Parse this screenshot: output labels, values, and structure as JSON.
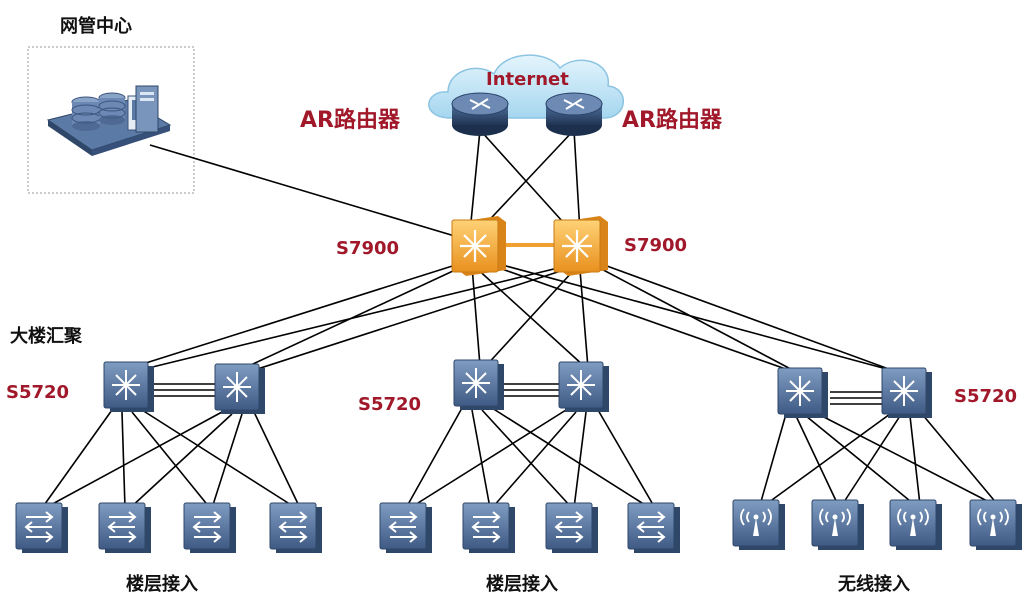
{
  "labels": {
    "nms_center": "网管中心",
    "internet": "Internet",
    "ar_left": "AR路由器",
    "ar_right": "AR路由器",
    "core_left": "S7900",
    "core_right": "S7900",
    "agg_title": "大楼汇聚",
    "agg_left": "S5720",
    "agg_mid": "S5720",
    "agg_right": "S5720",
    "access_left": "楼层接入",
    "access_mid": "楼层接入",
    "access_right": "无线接入"
  },
  "colors": {
    "label_red": "#a0182a",
    "core_orange": "#f4a93a",
    "device_blue": "#4a6690",
    "cloud_blue": "#bfe4f6",
    "router_dark": "#2f4a72"
  },
  "icons": {
    "nms": "server-workstation-icon",
    "cloud": "internet-cloud-icon",
    "router": "router-icon",
    "core_switch": "core-switch-icon",
    "agg_switch": "aggregation-switch-icon",
    "access_switch": "access-switch-icon",
    "ap": "wireless-ap-icon"
  }
}
